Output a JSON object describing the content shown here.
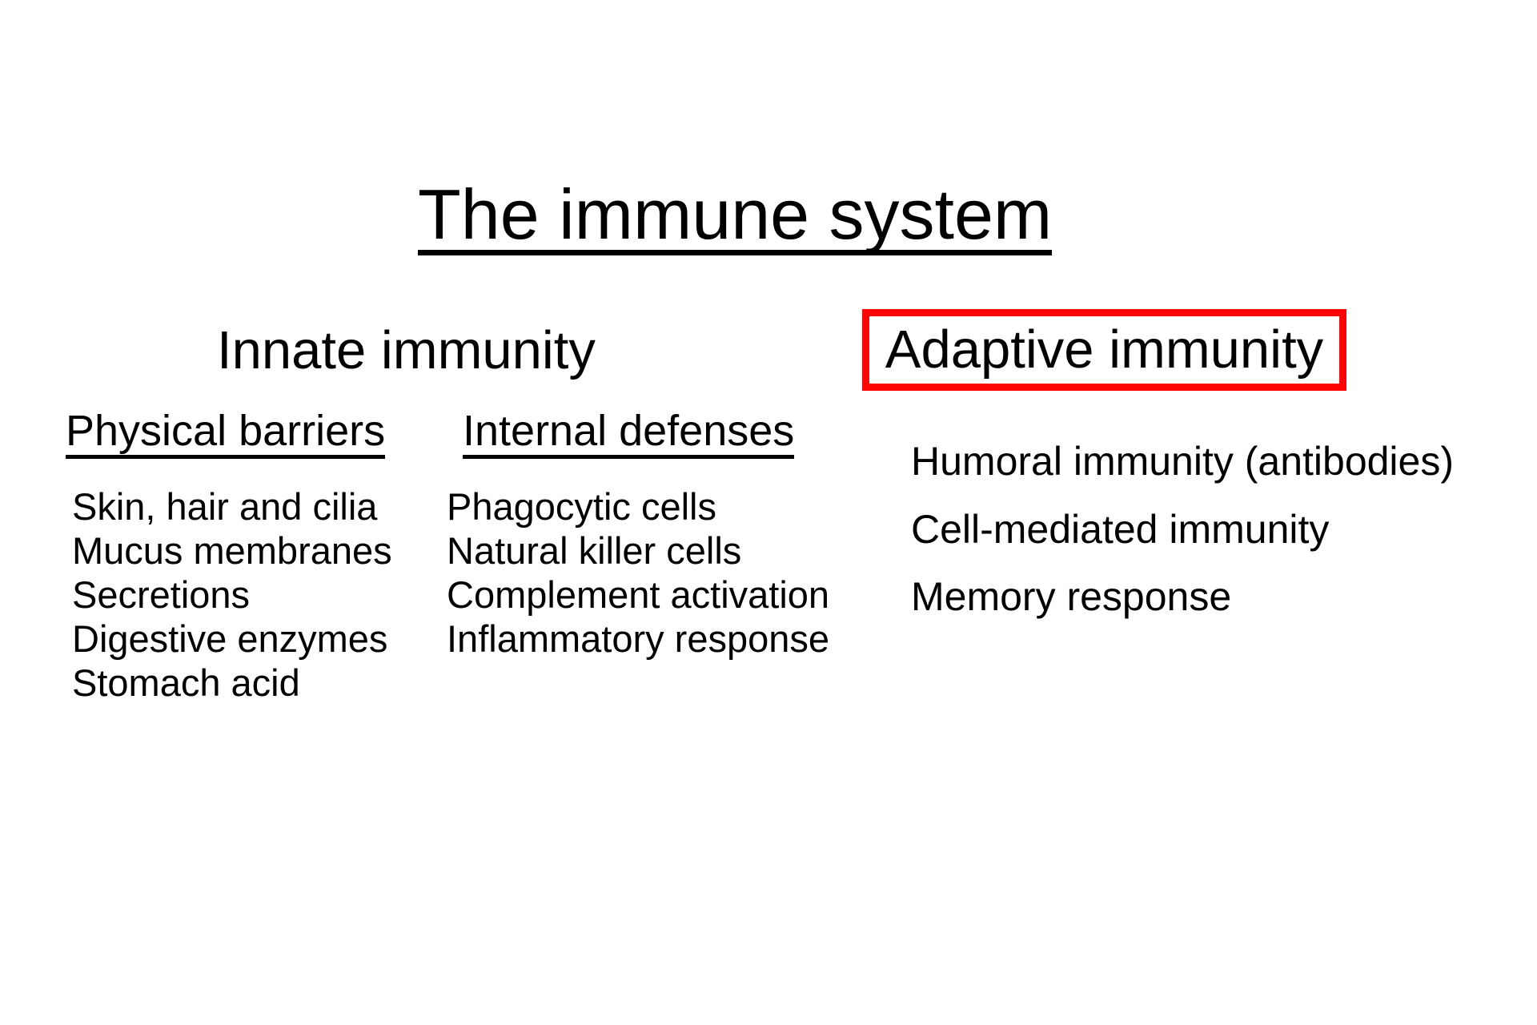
{
  "title": "The immune system",
  "colors": {
    "text": "#000000",
    "background": "#ffffff",
    "highlight": "#fb0505"
  },
  "innate": {
    "heading": "Innate immunity",
    "columns": [
      {
        "heading": "Physical barriers",
        "items": [
          "Skin, hair and cilia",
          "Mucus membranes",
          "Secretions",
          "Digestive enzymes",
          "Stomach acid"
        ]
      },
      {
        "heading": "Internal defenses",
        "items": [
          "Phagocytic cells",
          "Natural killer cells",
          "Complement activation",
          "Inflammatory response"
        ]
      }
    ]
  },
  "adaptive": {
    "heading": "Adaptive immunity",
    "highlight_color": "#fb0505",
    "items": [
      "Humoral immunity (antibodies)",
      "Cell-mediated immunity",
      "Memory response"
    ]
  }
}
